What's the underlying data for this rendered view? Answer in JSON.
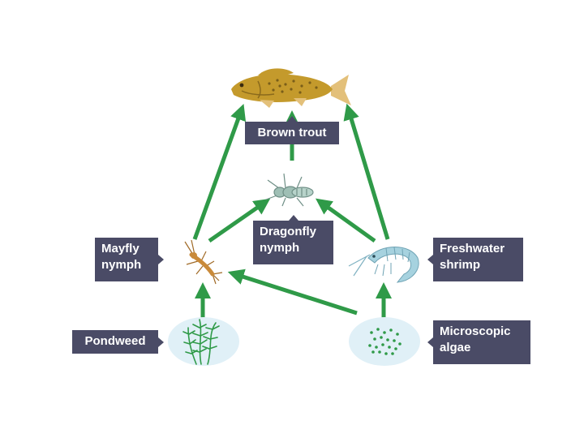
{
  "labels": {
    "brown_trout": "Brown trout",
    "dragonfly_nymph": "Dragonfly\nnymph",
    "mayfly_nymph": "Mayfly\nnymph",
    "freshwater_shrimp": "Freshwater\nshrimp",
    "pondweed": "Pondweed",
    "microscopic_algae": "Microscopic\nalgae"
  },
  "colors": {
    "arrow": "#2f9a48",
    "label_bg": "#4a4b66",
    "label_text": "#ffffff",
    "trout_body": "#c49a2c",
    "trout_fin": "#e3c07a",
    "producer_bg": "#e0f0f7",
    "plant": "#2f9a48",
    "shrimp": "#a6d2df",
    "nymph": "#9fbfb5",
    "mayfly": "#c98a3a"
  },
  "icons": {
    "trout": "fish-icon",
    "dragonfly": "dragonfly-nymph-icon",
    "mayfly": "mayfly-nymph-icon",
    "shrimp": "shrimp-icon",
    "pondweed": "pondweed-icon",
    "algae": "algae-icon"
  }
}
